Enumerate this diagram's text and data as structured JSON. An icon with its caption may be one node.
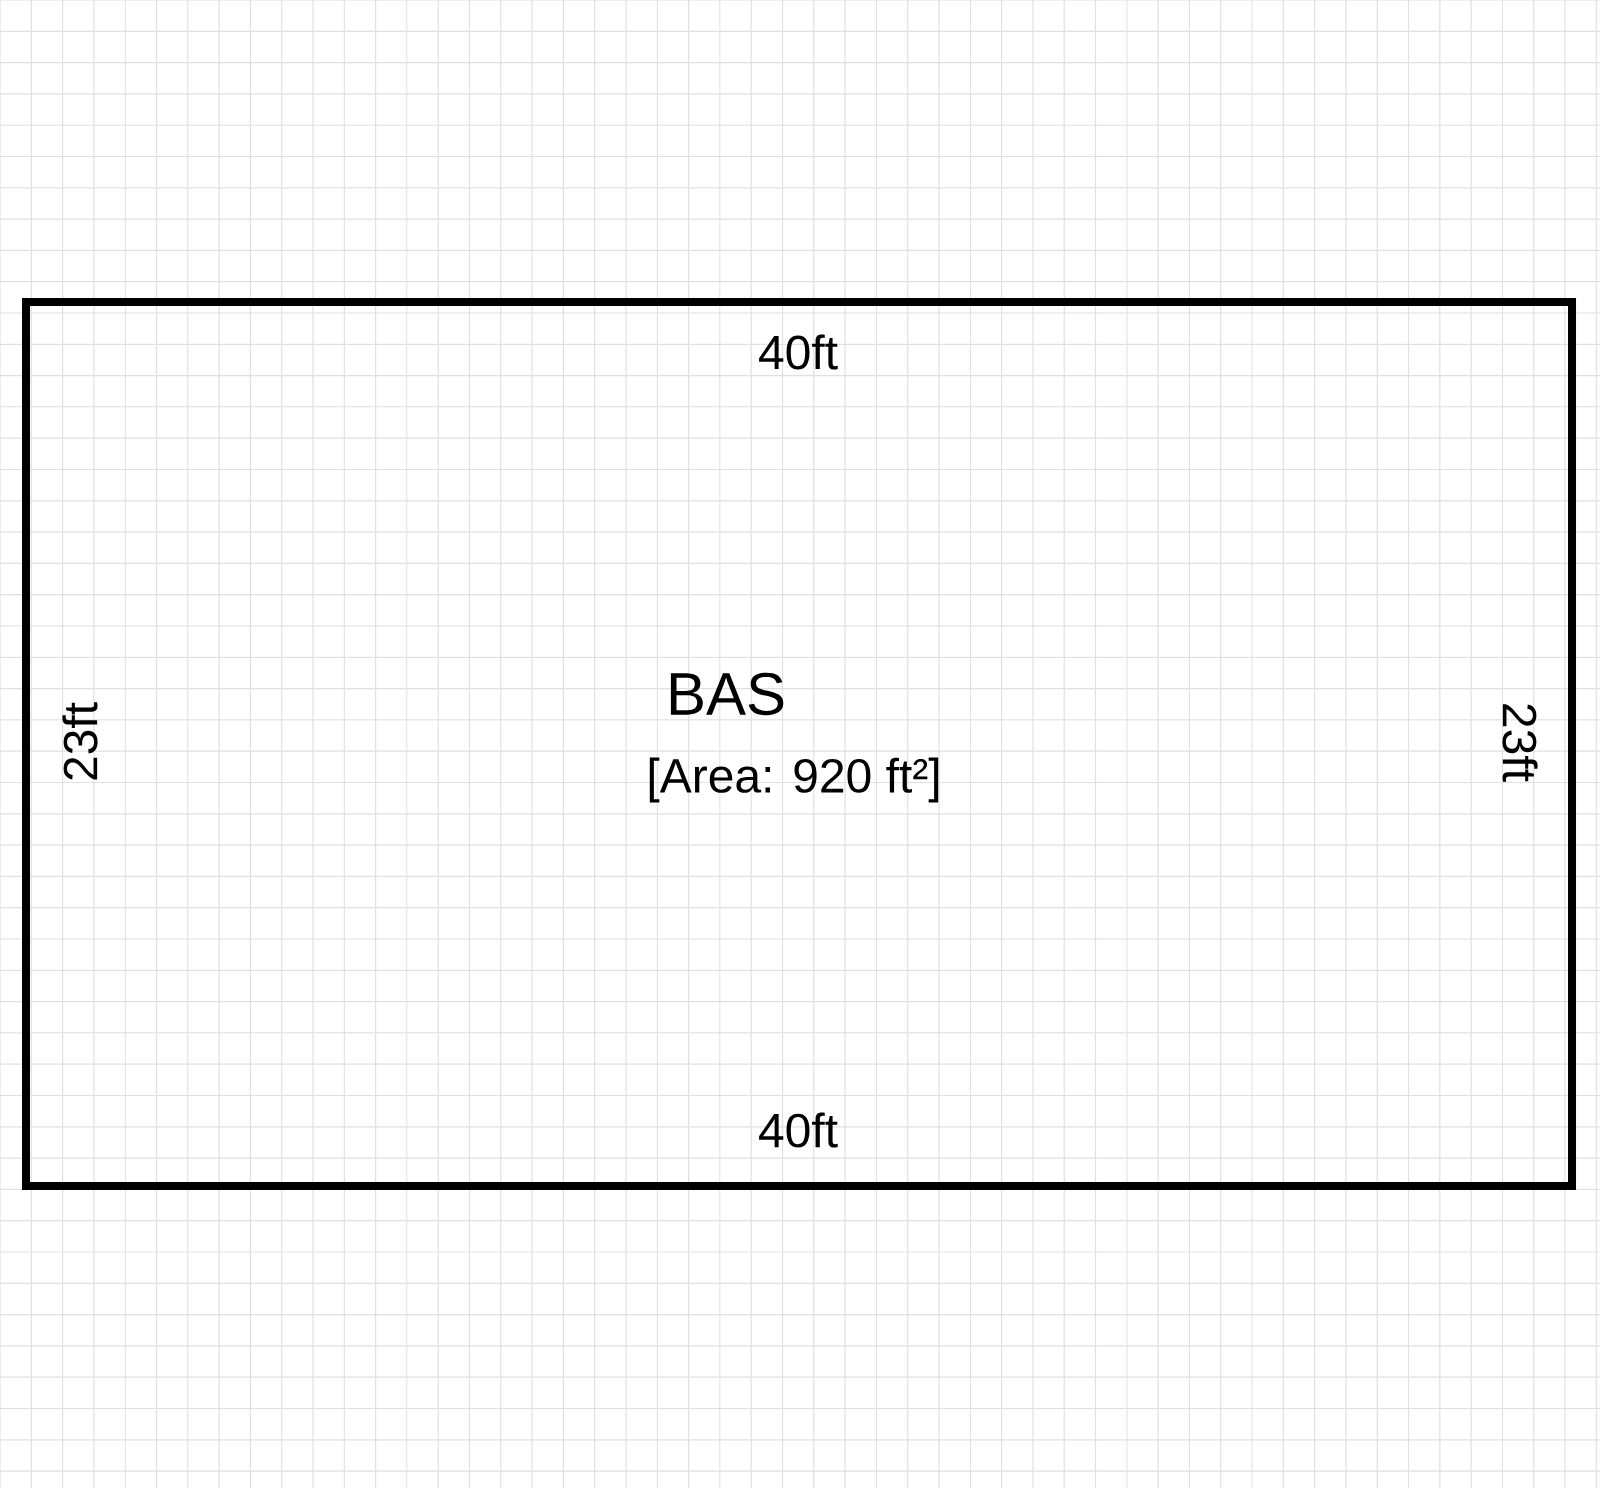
{
  "diagram": {
    "nodes": [
      {
        "text": [
          "BAS",
          "[Area: 920 ft²]"
        ]
      }
    ],
    "labels": [
      "40ft",
      "23ft",
      "23ft",
      "40ft"
    ]
  }
}
